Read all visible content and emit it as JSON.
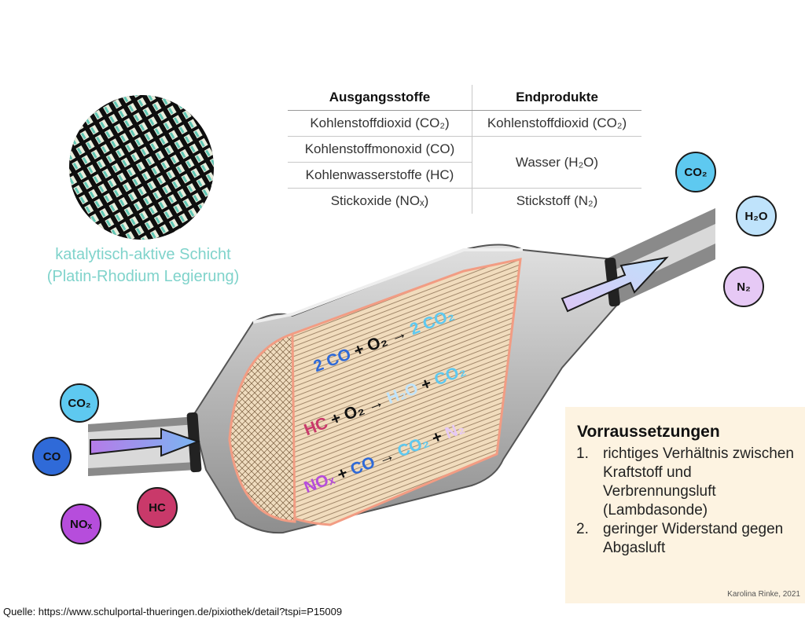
{
  "table": {
    "headers": [
      "Ausgangsstoffe",
      "Endprodukte"
    ],
    "rows": [
      {
        "left": "Kohlenstoffdioxid (CO₂)",
        "right": "Kohlenstoffdioxid (CO₂)"
      },
      {
        "left": "Kohlenstoffmonoxid (CO)",
        "right": "Wasser (H₂O)"
      },
      {
        "left": "Kohlenwasserstoffe (HC)"
      },
      {
        "left": "Stickoxide (NOₓ)",
        "right": "Stickstoff (N₂)"
      }
    ]
  },
  "caption": {
    "line1": "katalytisch-aktive Schicht",
    "line2": "(Platin-Rhodium Legierung)"
  },
  "molecules_in": {
    "co2": "CO₂",
    "co": "CO",
    "nox": "NOₓ",
    "hc": "HC"
  },
  "molecules_out": {
    "co2": "CO₂",
    "h2o": "H₂O",
    "n2": "N₂"
  },
  "reactions": {
    "r1": {
      "a": "2 CO",
      "b": "+ O₂",
      "arrow": "→",
      "c": "2 CO₂"
    },
    "r2": {
      "a": "HC",
      "b": "+ O₂",
      "arrow": "→",
      "c": "H₂O",
      "d": "+",
      "e": "CO₂"
    },
    "r3": {
      "a": "NOₓ",
      "b": "+",
      "c": "CO",
      "arrow": "→",
      "d": "CO₂",
      "e": "+",
      "f": "N₂"
    }
  },
  "colors": {
    "co2": "#5ec9f0",
    "co": "#2f6ad8",
    "nox": "#b64ddc",
    "hc": "#c9396a",
    "h2o": "#bfe3fb",
    "n2": "#e6c9f5",
    "caption": "#7fd3cb",
    "note_bg": "#fdf3e1"
  },
  "note": {
    "title": "Vorraussetzungen",
    "items": [
      {
        "num": "1.",
        "text": "richtiges Verhältnis zwischen Kraftstoff und Verbrennungsluft (Lambdasonde)"
      },
      {
        "num": "2.",
        "text": "geringer Widerstand gegen Abgasluft"
      }
    ],
    "credit": "Karolina Rinke, 2021"
  },
  "source": "Quelle: https://www.schulportal-thueringen.de/pixiothek/detail?tspi=P15009"
}
